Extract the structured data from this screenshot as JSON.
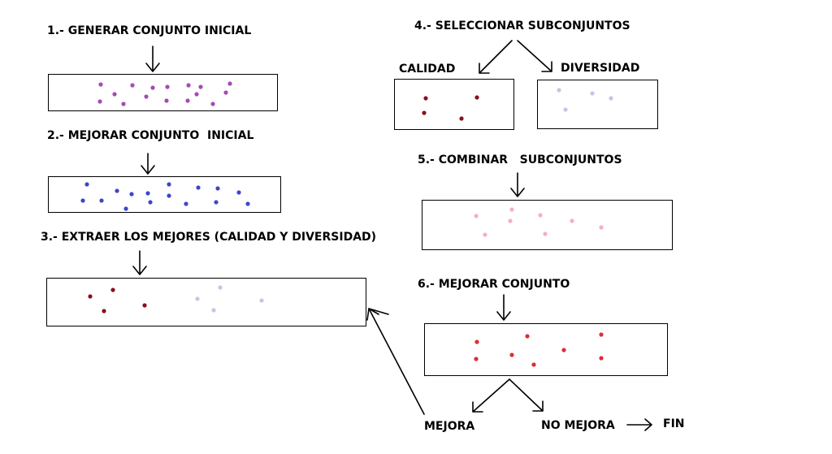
{
  "steps": {
    "s1": "1.- GENERAR CONJUNTO INICIAL",
    "s2": "2.- MEJORAR CONJUNTO  INICIAL",
    "s3": "3.- EXTRAER LOS MEJORES (CALIDAD Y DIVERSIDAD)",
    "s4": "4.- SELECCIONAR SUBCONJUNTOS",
    "s5": "5.- COMBINAR   SUBCONJUNTOS",
    "s6": "6.- MEJORAR CONJUNTO"
  },
  "sublabels": {
    "calidad": "CALIDAD",
    "diversidad": "DIVERSIDAD",
    "mejora": "MEJORA",
    "no_mejora": "NO MEJORA",
    "fin": "FIN"
  },
  "colors": {
    "purple": "#a64ab5",
    "blue": "#3f46c9",
    "darkred": "#8b0d1f",
    "lavender": "#c7c4e6",
    "pink": "#f5aec6",
    "red": "#e02c33"
  }
}
